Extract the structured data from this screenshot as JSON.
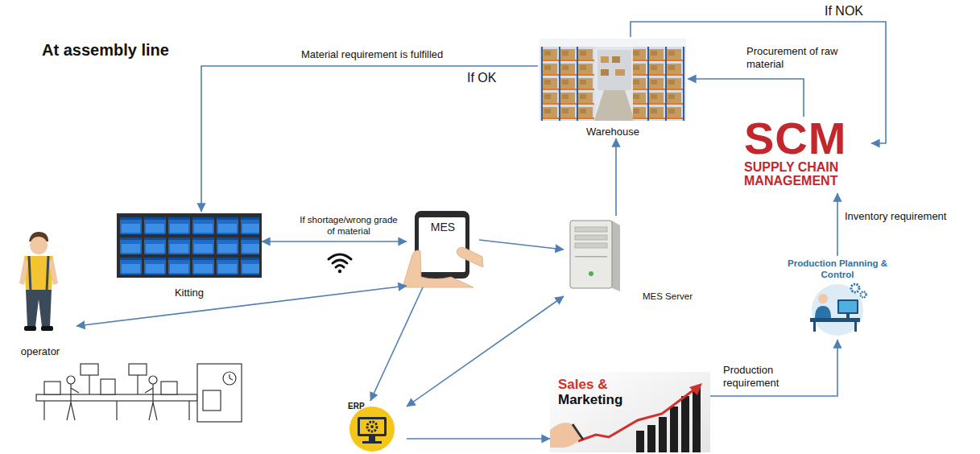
{
  "diagram": {
    "title": "At assembly line",
    "nodes": [
      {
        "text": [
          "Warehouse"
        ]
      },
      {
        "text": [
          "SCM",
          "SUPPLY CHAIN MANAGEMENT"
        ]
      },
      {
        "text": [
          "Kitting"
        ]
      },
      {
        "text": [
          "MES"
        ]
      },
      {
        "text": [
          "MES Server"
        ]
      },
      {
        "text": [
          "Production Planning & Control"
        ]
      },
      {
        "text": [
          "operator"
        ]
      },
      {
        "text": [
          "ERP"
        ]
      },
      {
        "text": [
          "Sales & Marketing"
        ]
      }
    ],
    "edges": [
      {
        "from": 0,
        "to": 2,
        "arrow": "to",
        "label": "Material requirement is fulfilled"
      },
      {
        "from": 0,
        "to": 1,
        "arrow": "to",
        "label": "If NOK"
      },
      {
        "from": 1,
        "to": 0,
        "arrow": "to",
        "label": "Procurement of raw material"
      },
      {
        "from": 5,
        "to": 1,
        "arrow": "to",
        "label": "Inventory requirement"
      },
      {
        "from": 8,
        "to": 5,
        "arrow": "to",
        "label": "Production requirement"
      },
      {
        "from": 7,
        "to": 8,
        "arrow": "to"
      },
      {
        "from": 4,
        "to": 7,
        "arrow": "both"
      },
      {
        "from": 3,
        "to": 7,
        "arrow": "to"
      },
      {
        "from": 3,
        "to": 4,
        "arrow": "to"
      },
      {
        "from": 4,
        "to": 0,
        "arrow": "to"
      },
      {
        "from": 2,
        "to": 3,
        "arrow": "both",
        "label": "If shortage/wrong grade of material"
      },
      {
        "from": 3,
        "to": 6,
        "arrow": "both"
      }
    ],
    "labels": [
      "If OK"
    ]
  }
}
